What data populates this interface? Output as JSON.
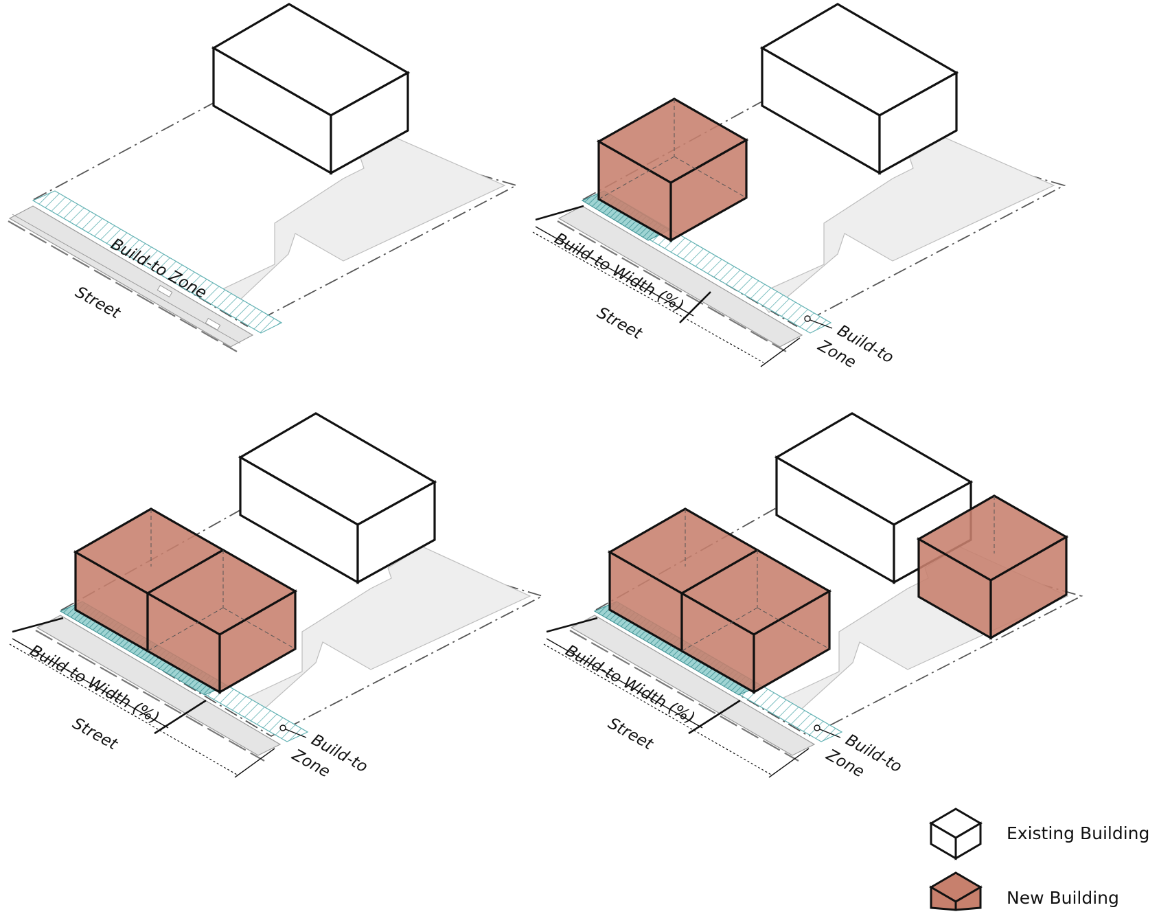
{
  "labels": {
    "build_to_zone": "Build-to Zone",
    "build_to_width": "Build-to Width (%)",
    "street": "Street",
    "build_to_line1": "Build-to",
    "zone_line2": "Zone"
  },
  "legend": {
    "existing": "Existing Building",
    "new": "New Building"
  },
  "colors": {
    "new_building": "#c7806d",
    "hatch": "#5fb0b2",
    "lot": "#eeeeee",
    "outline": "#111111"
  }
}
